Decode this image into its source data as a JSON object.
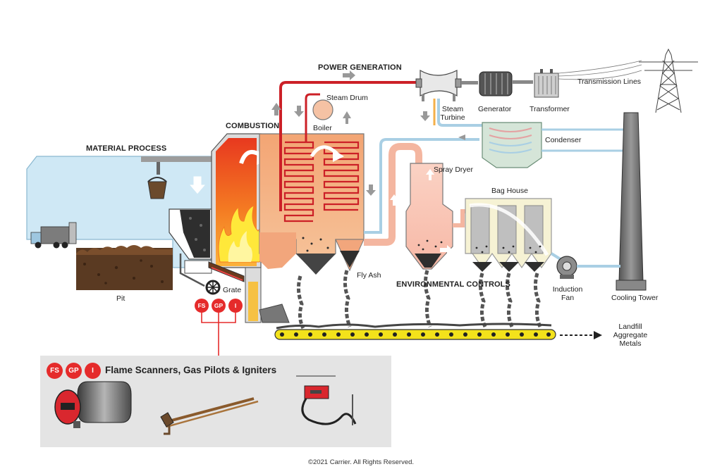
{
  "headers": {
    "power_generation": "POWER GENERATION",
    "combustion": "COMBUSTION",
    "material_process": "MATERIAL PROCESS",
    "environmental_controls": "ENVIRONMENTAL CONTROLS"
  },
  "labels": {
    "transmission_lines": "Transmission Lines",
    "steam_drum": "Steam Drum",
    "boiler": "Boiler",
    "steam_turbine_1": "Steam",
    "steam_turbine_2": "Turbine",
    "generator": "Generator",
    "transformer": "Transformer",
    "condenser": "Condenser",
    "spray_dryer": "Spray Dryer",
    "bag_house": "Bag House",
    "fly_ash": "Fly Ash",
    "grate": "Grate",
    "pit": "Pit",
    "induction_fan_1": "Induction",
    "induction_fan_2": "Fan",
    "cooling_tower": "Cooling Tower",
    "landfill": "Landfill",
    "aggregate": "Aggregate",
    "metals": "Metals"
  },
  "legend": {
    "badges": [
      "FS",
      "GP",
      "I"
    ],
    "title": "Flame Scanners, Gas Pilots & Igniters"
  },
  "colors": {
    "badge_red": "#e52b2b",
    "steam_red": "#cc2027",
    "water_blue": "#a9cfe4",
    "pit_blue": "#cfe8f5",
    "fire_orange": "#f28c1c",
    "fire_yellow": "#ffe83a",
    "conveyor_yellow": "#f3e21b",
    "panel_gray": "#e4e4e4"
  },
  "copyright": "©2021 Carrier. All Rights Reserved."
}
